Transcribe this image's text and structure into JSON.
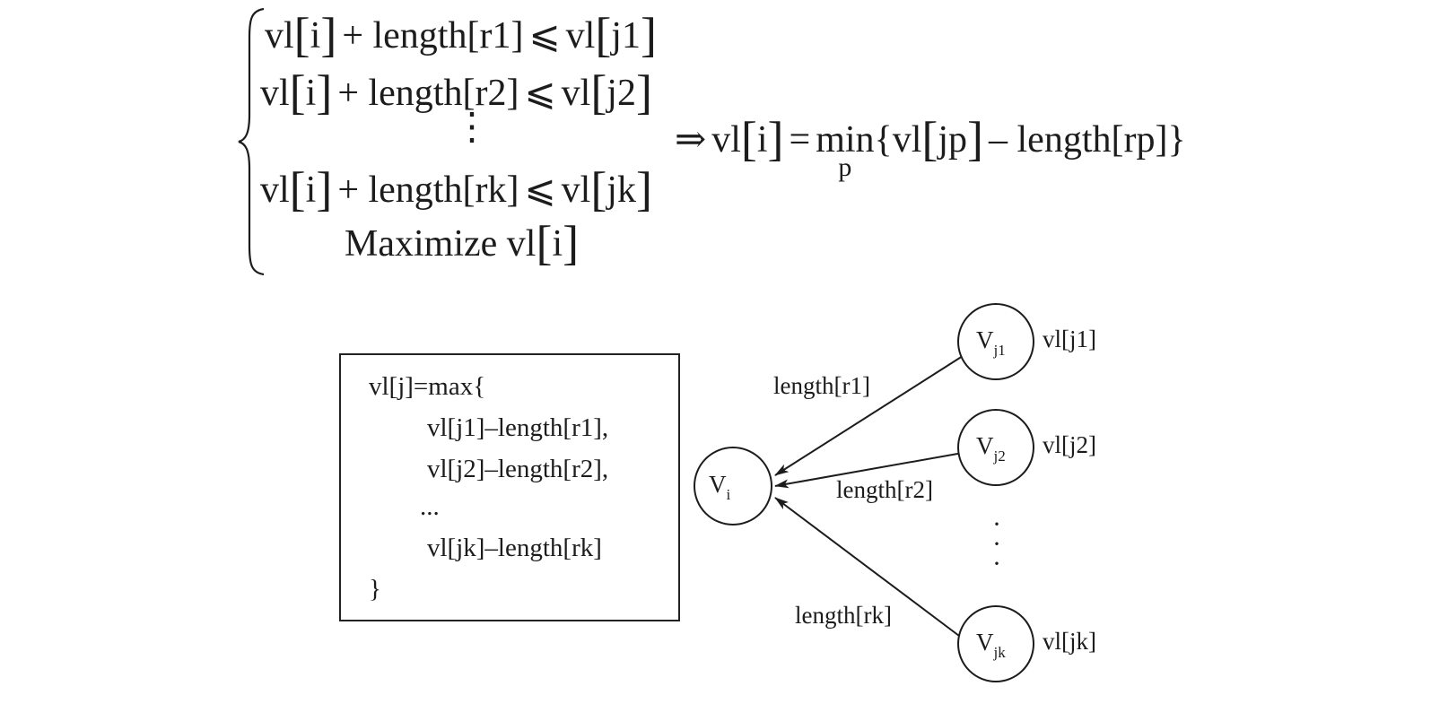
{
  "formula": {
    "row1": {
      "lhs_vl": "vl",
      "i": "i",
      "plus_len": "+ length[r1]",
      "le": "⩽",
      "rhs_vl": "vl",
      "j": "j1"
    },
    "row2": {
      "lhs_vl": "vl",
      "i": "i",
      "plus_len": "+ length[r2]",
      "le": "⩽",
      "rhs_vl": "vl",
      "j": "j2"
    },
    "vdots": "⋮",
    "rowk": {
      "lhs_vl": "vl",
      "i": "i",
      "plus_len": "+ length[rk]",
      "le": "⩽",
      "rhs_vl": "vl",
      "j": "jk"
    },
    "maximize": {
      "word": "Maximize vl",
      "i": "i"
    },
    "result": {
      "implies": "⇒",
      "lhs_vl": "vl",
      "i": "i",
      "equals": "=",
      "min": "min",
      "min_sub": "p",
      "open": "{vl",
      "jp": "jp",
      "tail": "– length[rp]}"
    }
  },
  "code_box": {
    "header": "vl[j]=max{",
    "lines": [
      "vl[j1]–length[r1],",
      "vl[j2]–length[r2],",
      "...",
      "vl[jk]–length[rk]"
    ],
    "close": "}"
  },
  "graph": {
    "center_node": {
      "base": "V",
      "sub": "i"
    },
    "nodes": [
      {
        "base": "V",
        "sub": "j1",
        "value": "vl[j1]",
        "edge_label": "length[r1]"
      },
      {
        "base": "V",
        "sub": "j2",
        "value": "vl[j2]",
        "edge_label": "length[r2]"
      },
      {
        "base": "V",
        "sub": "jk",
        "value": "vl[jk]",
        "edge_label": "length[rk]"
      }
    ],
    "ellipsis": "·"
  }
}
